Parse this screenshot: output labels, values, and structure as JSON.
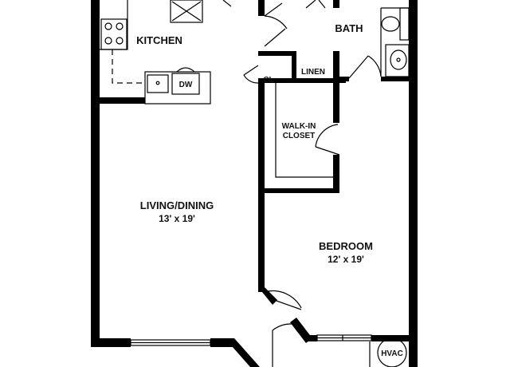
{
  "rooms": {
    "kitchen": "KITCHEN",
    "bath": "BATH",
    "cl": "CL",
    "linen": "LINEN",
    "walkin_line1": "WALK-IN",
    "walkin_line2": "CLOSET",
    "living_name": "LIVING/DINING",
    "living_size": "13' x 19'",
    "bedroom_name": "BEDROOM",
    "bedroom_size": "12' x 19'",
    "hvac": "HVAC"
  },
  "fixtures": {
    "dishwasher": "DW"
  }
}
